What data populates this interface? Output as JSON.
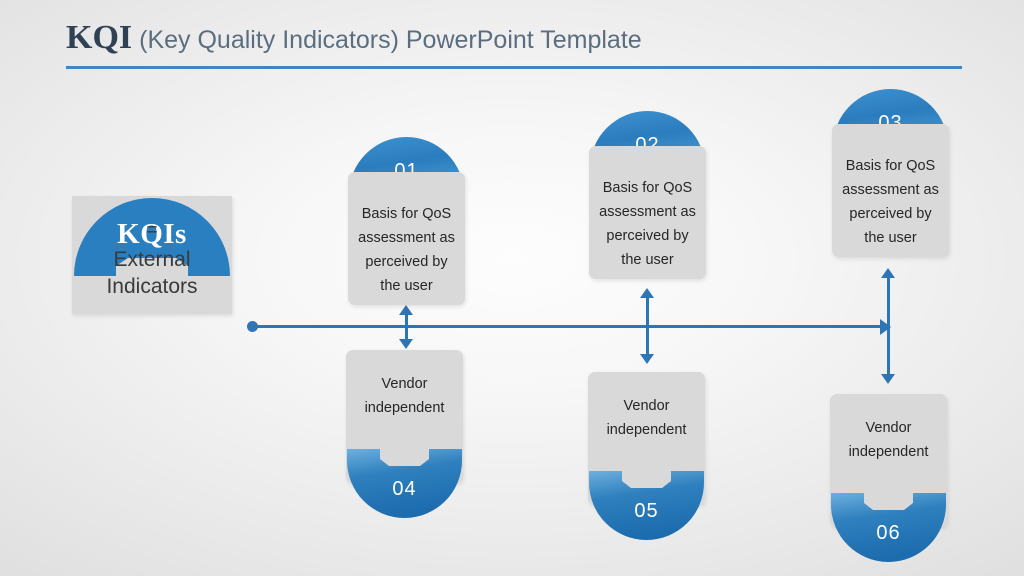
{
  "header": {
    "title_main": "KQI",
    "title_sub": "(Key Quality Indicators) PowerPoint Template",
    "rule_color": "#3f86c4"
  },
  "hero": {
    "dome_label": "KQIs",
    "equals": "=",
    "caption": "External Indicators",
    "dome_color": "#2a7fc1",
    "card_color": "#d9d9d9"
  },
  "colors": {
    "blue": "#2e75b6",
    "blue_light": "#5ba3da",
    "blue_dark": "#1f6caf",
    "card_gray": "#d9d9d9",
    "text_dark": "#262626",
    "background": "#ededed"
  },
  "connector": {
    "line_color": "#2e75b6",
    "orientation": "horizontal",
    "start_marker": "dot",
    "end_marker": "arrow"
  },
  "top_nodes": [
    {
      "number": "01",
      "text": "Basis for QoS assessment as perceived by the user"
    },
    {
      "number": "02",
      "text": "Basis for QoS assessment as perceived by the user"
    },
    {
      "number": "03",
      "text": "Basis for QoS assessment as perceived by the user"
    }
  ],
  "bottom_nodes": [
    {
      "number": "04",
      "text": "Vendor independent"
    },
    {
      "number": "05",
      "text": "Vendor independent"
    },
    {
      "number": "06",
      "text": "Vendor independent"
    }
  ]
}
